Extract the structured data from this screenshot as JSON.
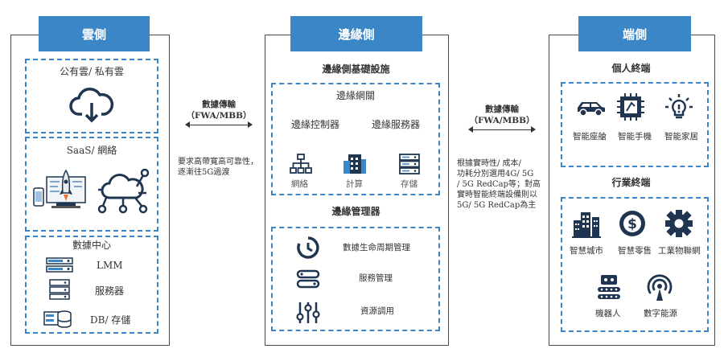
{
  "cloud": {
    "header": "雲側",
    "public_private": "公有雲/ 私有雲",
    "saas_network": "SaaS/ 網絡",
    "data_center": "數據中心",
    "items": [
      "LMM",
      "服務器",
      "DB/ 存儲"
    ]
  },
  "edge": {
    "header": "邊緣側",
    "infra_title": "邊緣側基礎設施",
    "gateway": "邊緣網關",
    "controller": "邊緣控制器",
    "server": "邊緣服務器",
    "icons": [
      "網絡",
      "計算",
      "存儲"
    ],
    "manager_title": "邊緣管理器",
    "manager_items": [
      "數據生命周期管理",
      "服務管理",
      "資源調用"
    ]
  },
  "device": {
    "header": "端側",
    "personal_title": "個人終端",
    "personal_items": [
      "智能座艙",
      "智能手機",
      "智能家居"
    ],
    "industry_title": "行業終端",
    "industry_items": [
      "智慧城市",
      "智慧零售",
      "工業物聯網",
      "機器人",
      "數字能源"
    ]
  },
  "link_left": {
    "title": "數據傳輸",
    "subtitle": "（FWA/MBB）",
    "desc": [
      "要求高帶寬高可靠性，",
      "逐漸往5G過渡"
    ]
  },
  "link_right": {
    "title": "數據傳輸",
    "subtitle": "（FWA/MBB）",
    "desc": [
      "根據實時性/ 成本/",
      "功耗分別選用4G/ 5G",
      "/ 5G RedCap等；對高",
      "實時智能終端設備則以",
      "5G/ 5G RedCap為主"
    ]
  },
  "colors": {
    "accent": "#3b86c7",
    "icon": "#1f3550",
    "border": "#4a4a4a"
  }
}
